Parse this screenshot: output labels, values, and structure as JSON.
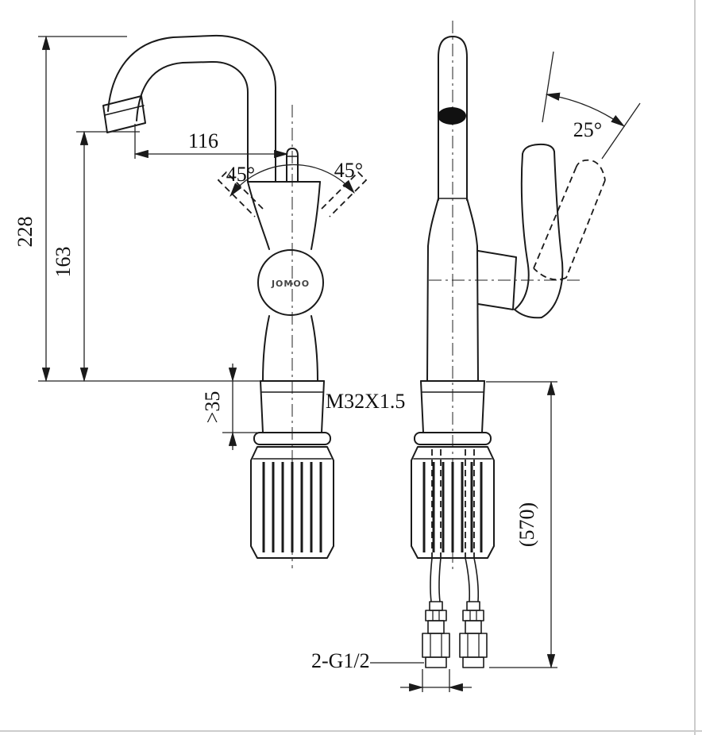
{
  "colors": {
    "line": "#1a1a1a",
    "background": "#ffffff",
    "badge": "#111111"
  },
  "drawing": {
    "brand": "JOMOO",
    "dims": {
      "spout_reach": "116",
      "overall_height": "228",
      "spout_height": "163",
      "swivel_left": "45°",
      "swivel_right": "45°",
      "lever_angle": "25°",
      "base_min": ">35",
      "thread": "M32X1.5",
      "hose_length": "(570)",
      "inlet": "2-G1/2"
    }
  }
}
